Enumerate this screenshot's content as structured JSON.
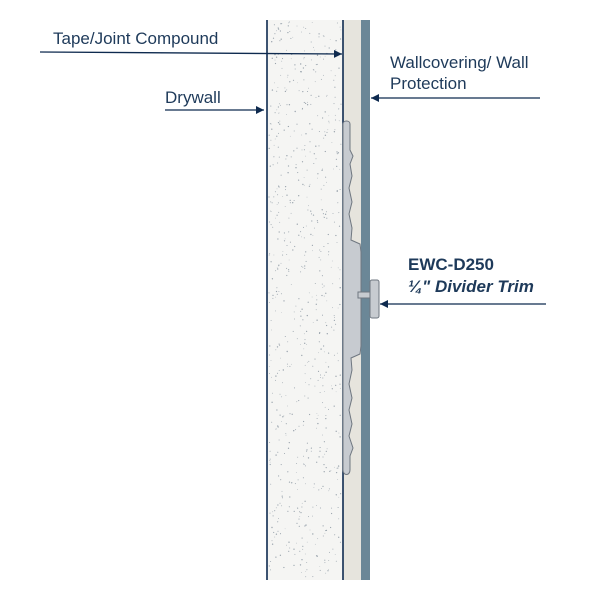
{
  "colors": {
    "line": "#0e2a4f",
    "label_text": "#1e3a5a",
    "drywall_fill": "#f5f5f3",
    "drywall_speckle": "#9aa4ad",
    "compound_fill": "#e6e4dd",
    "wallcovering_fill": "#6b8797",
    "trim_fill": "#c7cbd0",
    "trim_stroke": "#6f7780"
  },
  "labels": {
    "tape_joint_compound": "Tape/Joint Compound",
    "drywall": "Drywall",
    "wallcovering_line1": "Wallcovering/ Wall",
    "wallcovering_line2": "Protection",
    "product_code": "EWC-D250",
    "product_name": "¼\" Divider Trim"
  }
}
